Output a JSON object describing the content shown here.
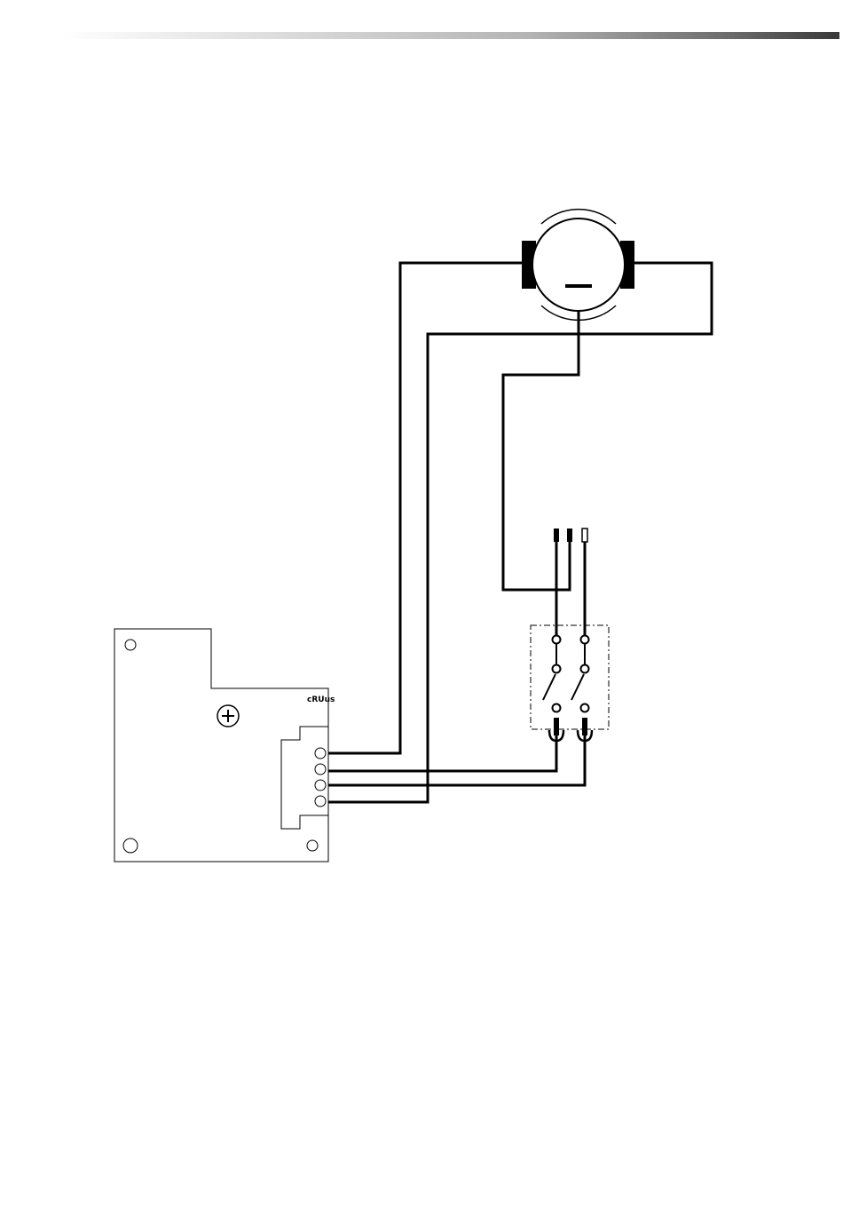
{
  "header": {
    "rule": "gradient-header-rule"
  },
  "diagram": {
    "motor": {
      "polarity_symbol": "−"
    },
    "control_board": {
      "polarity_symbol": "+",
      "cert_mark": "cRUus",
      "terminal_count": 4
    },
    "switch": {
      "poles": 2,
      "style": "dashed-enclosure"
    },
    "leads": {
      "count": 3
    }
  },
  "colors": {
    "line": "#000000",
    "background": "#ffffff"
  }
}
